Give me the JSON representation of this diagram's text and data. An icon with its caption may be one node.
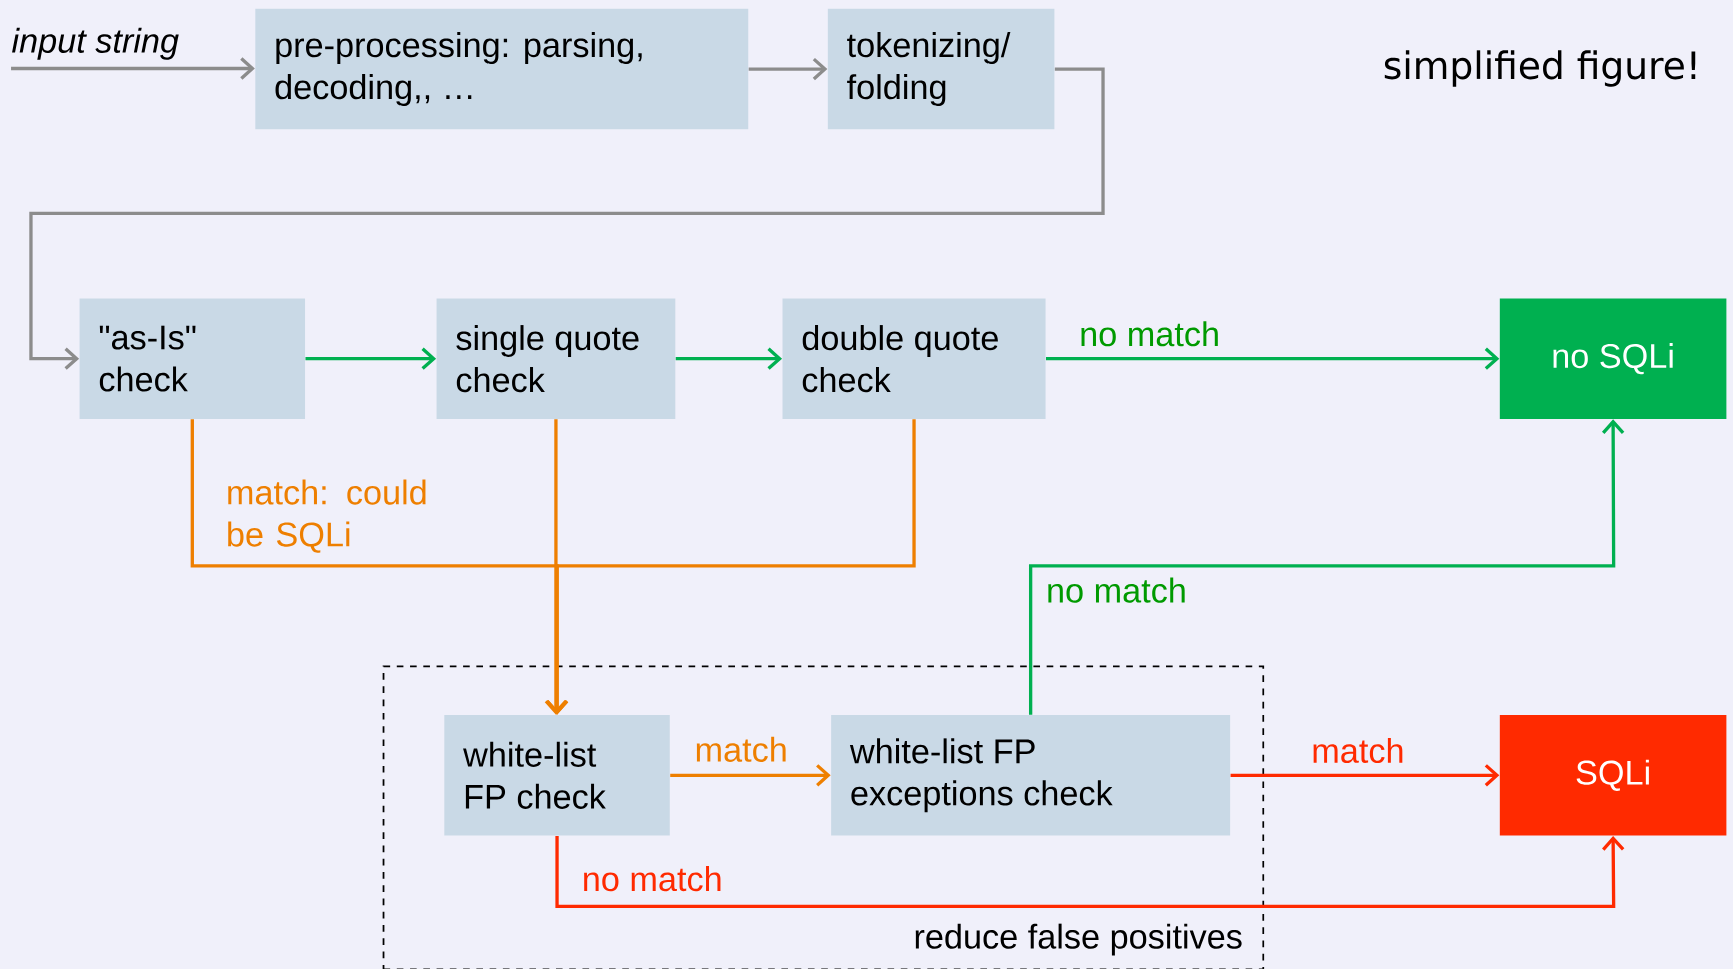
{
  "diagram": {
    "nodes": [
      {
        "text": [
          "input string"
        ]
      },
      {
        "text": [
          "pre-processing: parsing, decoding,, …"
        ]
      },
      {
        "text": [
          "tokenizing/ folding"
        ]
      },
      {
        "text": [
          "\"as-Is\" check"
        ]
      },
      {
        "text": [
          "single quote check"
        ]
      },
      {
        "text": [
          "double quote check"
        ]
      },
      {
        "text": [
          "no SQLi"
        ]
      },
      {
        "text": [
          "reduce false positives"
        ]
      },
      {
        "text": [
          "white-list FP check"
        ],
        "in": 7
      },
      {
        "text": [
          "white-list FP exceptions check"
        ],
        "in": 7
      },
      {
        "text": [
          "SQLi"
        ]
      }
    ],
    "edges": [
      {
        "from": 0,
        "to": 1,
        "arrow": "to",
        "color": "#8c8c8c"
      },
      {
        "from": 1,
        "to": 2,
        "arrow": "to",
        "color": "#8c8c8c"
      },
      {
        "from": 2,
        "to": 3,
        "arrow": "to",
        "color": "#8c8c8c"
      },
      {
        "from": 3,
        "to": 4,
        "arrow": "to",
        "color": "#00b050"
      },
      {
        "from": 4,
        "to": 5,
        "arrow": "to",
        "color": "#00b050"
      },
      {
        "from": 5,
        "to": 6,
        "arrow": "to",
        "color": "#00b050",
        "label": "no match"
      },
      {
        "from": 3,
        "to": 8,
        "arrow": "to",
        "color": "#ee7f00",
        "label": "match: could be SQLi"
      },
      {
        "from": 4,
        "to": 8,
        "arrow": "to",
        "color": "#ee7f00"
      },
      {
        "from": 5,
        "to": 8,
        "arrow": "to",
        "color": "#ee7f00"
      },
      {
        "from": 8,
        "to": 9,
        "arrow": "to",
        "color": "#ee7f00",
        "label": "match"
      },
      {
        "from": 9,
        "to": 6,
        "arrow": "to",
        "color": "#00b050",
        "label": "no match"
      },
      {
        "from": 9,
        "to": 10,
        "arrow": "to",
        "color": "#ff2a00",
        "label": "match"
      },
      {
        "from": 8,
        "to": 10,
        "arrow": "to",
        "color": "#ff2a00",
        "label": "no match"
      }
    ],
    "labels": [
      "simplified figure!"
    ]
  }
}
